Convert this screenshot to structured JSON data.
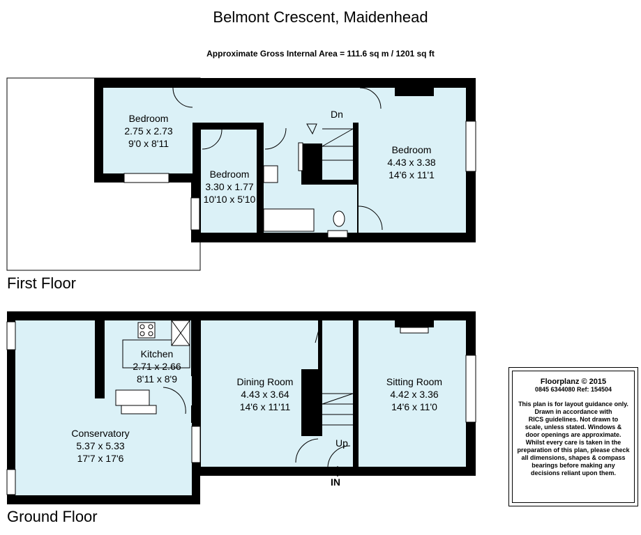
{
  "title": "Belmont Crescent, Maidenhead",
  "subtitle": "Approximate Gross Internal Area = 111.6 sq m / 1201 sq ft",
  "floors": {
    "first": {
      "label": "First Floor",
      "rooms": [
        {
          "name": "Bedroom",
          "metric": "2.75 x 2.73",
          "imperial": "9'0 x 8'11"
        },
        {
          "name": "Bedroom",
          "metric": "3.30 x 1.77",
          "imperial": "10'10 x 5'10"
        },
        {
          "name": "Bedroom",
          "metric": "4.43 x 3.38",
          "imperial": "14'6 x 11'1"
        }
      ],
      "stair_label": "Dn"
    },
    "ground": {
      "label": "Ground Floor",
      "rooms": [
        {
          "name": "Kitchen",
          "metric": "2.71 x 2.66",
          "imperial": "8'11 x 8'9"
        },
        {
          "name": "Dining Room",
          "metric": "4.43 x 3.64",
          "imperial": "14'6 x 11'11"
        },
        {
          "name": "Sitting Room",
          "metric": "4.42 x 3.36",
          "imperial": "14'6 x 11'0"
        },
        {
          "name": "Conservatory",
          "metric": "5.37 x 5.33",
          "imperial": "17'7 x 17'6"
        }
      ],
      "stair_label": "Up",
      "entrance_label": "IN"
    }
  },
  "disclaimer": {
    "brand": "Floorplanz © 2015",
    "ref": "0845 6344080 Ref: 154504",
    "lines": [
      "This plan is for layout guidance only.",
      "Drawn in accordance with",
      "RICS guidelines. Not drawn to",
      "scale, unless stated. Windows &",
      "door openings are approximate.",
      "Whilst every care is taken in the",
      "preparation of this plan, please check",
      "all dimensions, shapes & compass",
      "bearings before making any",
      "decisions reliant upon them."
    ]
  },
  "colors": {
    "room_fill": "#dbf1f7",
    "wall": "#000000",
    "background": "#ffffff"
  }
}
